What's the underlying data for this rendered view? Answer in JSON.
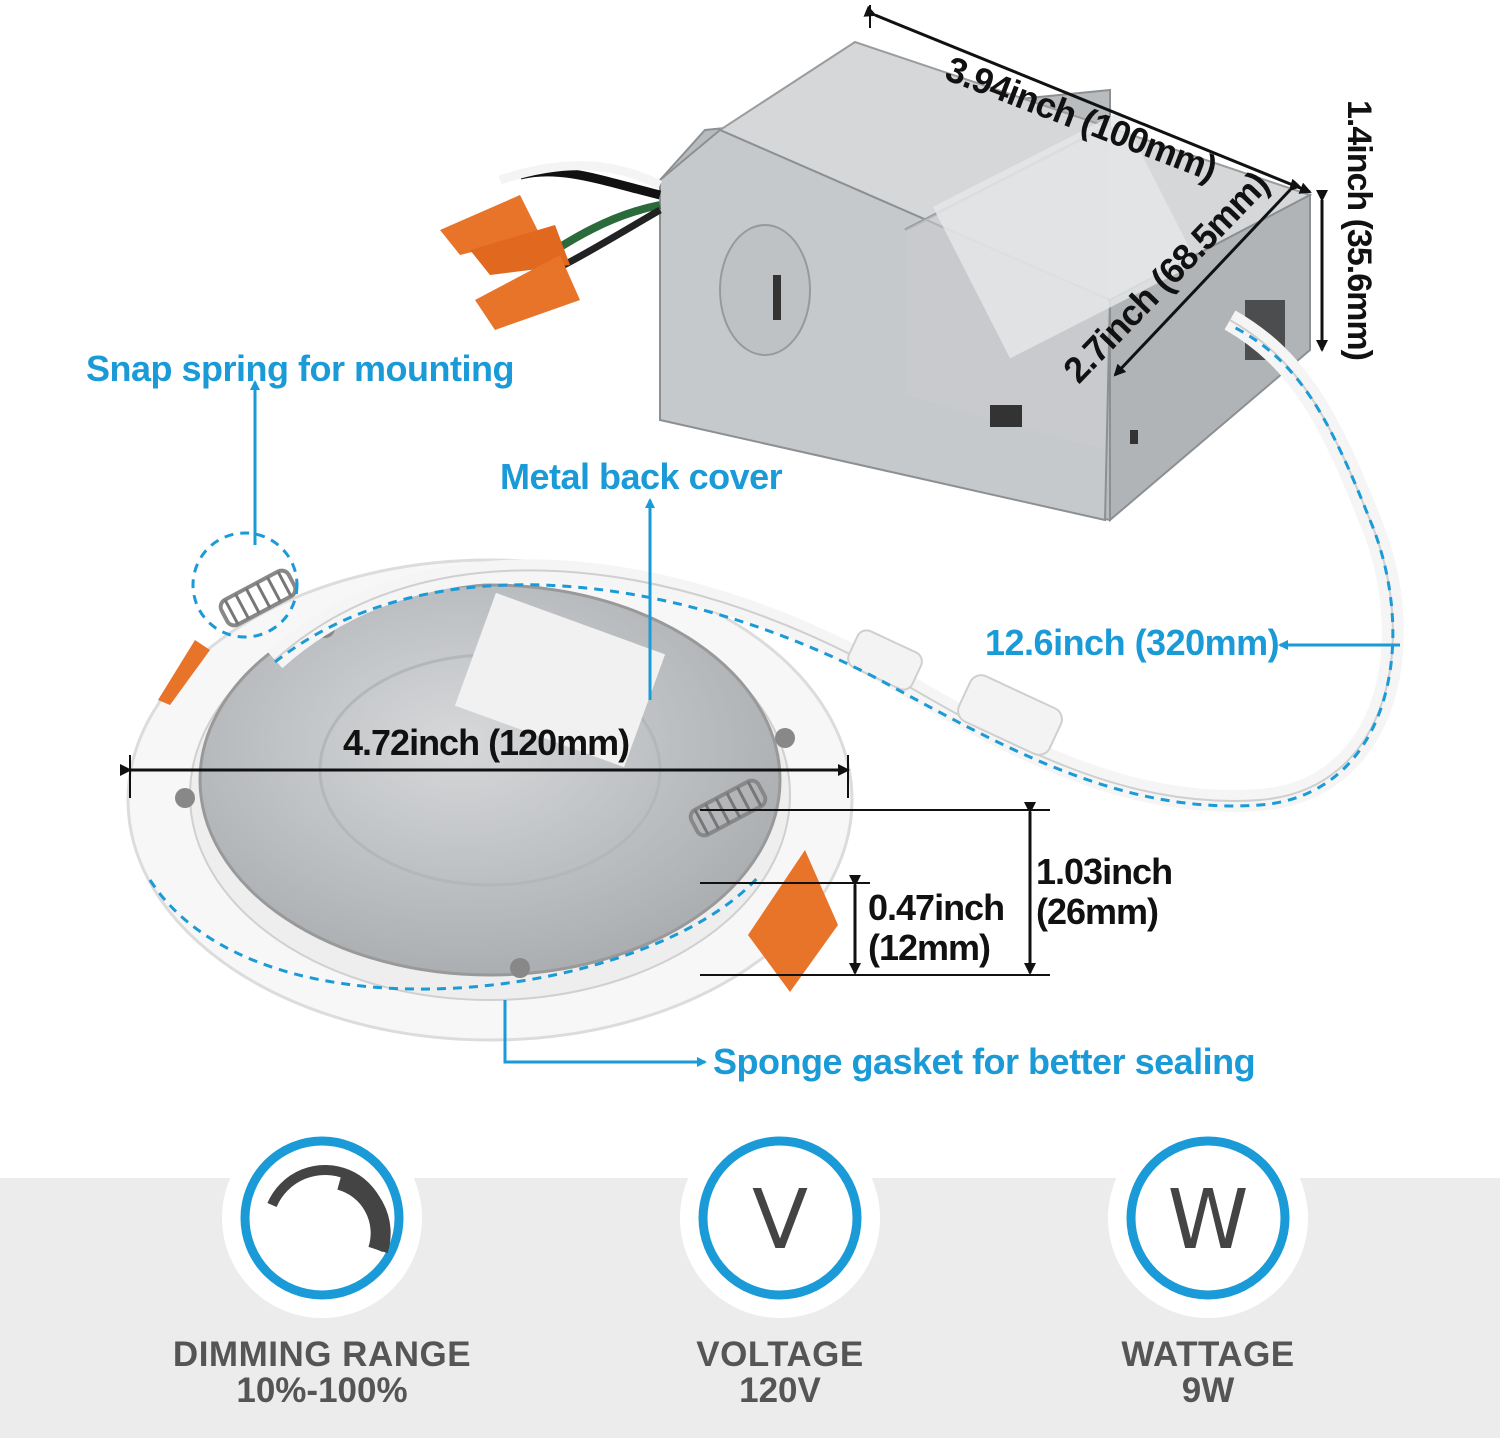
{
  "callouts": {
    "snap_spring": "Snap spring for mounting",
    "back_cover": "Metal back cover",
    "cable": "12.6inch (320mm)",
    "gasket": "Sponge gasket for better sealing"
  },
  "dimensions": {
    "box_length": "3.94inch (100mm)",
    "box_height": "1.4inch (35.6mm)",
    "box_width": "2.7inch (68.5mm)",
    "light_diameter": "4.72inch (120mm)",
    "light_height_line1": "1.03inch",
    "light_height_line2": "(26mm)",
    "trim_height_line1": "0.47inch",
    "trim_height_line2": "(12mm)"
  },
  "specs": [
    {
      "title": "DIMMING RANGE",
      "value": "10%-100%",
      "icon": "dimmer-arc-icon"
    },
    {
      "title": "VOLTAGE",
      "value": "120V",
      "icon": "voltage-icon",
      "symbol": "V"
    },
    {
      "title": "WATTAGE",
      "value": "9W",
      "icon": "wattage-icon",
      "symbol": "W"
    }
  ],
  "colors": {
    "accent": "#1a9ad6",
    "text_dark": "#111111",
    "text_spec": "#555555",
    "band": "#ececec",
    "wire_nut": "#e8742a",
    "metal": "#c3c6c9"
  }
}
